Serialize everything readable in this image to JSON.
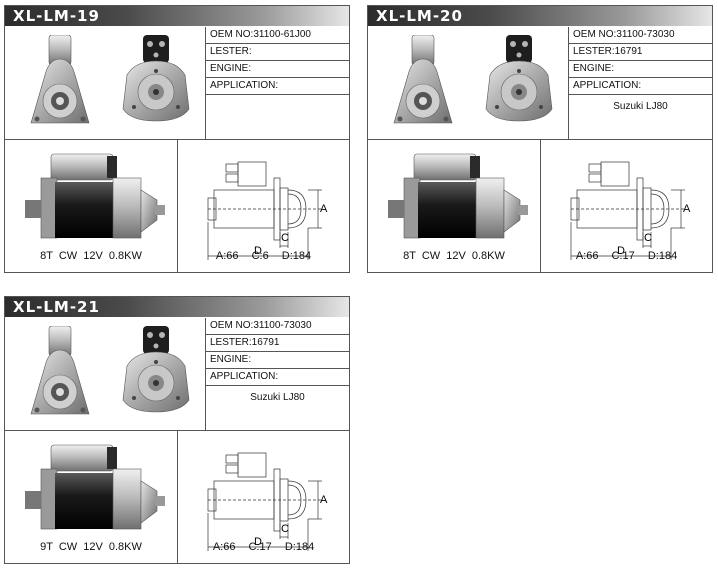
{
  "cards": [
    {
      "title": "XL-LM-19",
      "oem": "OEM NO:31100-61J00",
      "lester": "LESTER:",
      "engine": "ENGINE:",
      "application": "APPLICATION:",
      "application_value": "",
      "spec": "8T CW 12V 0.8KW",
      "dim_a": "A:66",
      "dim_c": "C:6",
      "dim_d": "D:184",
      "label_a": "A",
      "label_c": "C",
      "label_d": "D"
    },
    {
      "title": "XL-LM-20",
      "oem": "OEM NO:31100-73030",
      "lester": "LESTER:16791",
      "engine": "ENGINE:",
      "application": "APPLICATION:",
      "application_value": "Suzuki LJ80",
      "spec": "8T CW 12V 0.8KW",
      "dim_a": "A:66",
      "dim_c": "C:17",
      "dim_d": "D:184",
      "label_a": "A",
      "label_c": "C",
      "label_d": "D"
    },
    {
      "title": "XL-LM-21",
      "oem": "OEM NO:31100-73030",
      "lester": "LESTER:16791",
      "engine": "ENGINE:",
      "application": "APPLICATION:",
      "application_value": "Suzuki LJ80",
      "spec": "9T CW 12V 0.8KW",
      "dim_a": "A:66",
      "dim_c": "C:17",
      "dim_d": "D:184",
      "label_a": "A",
      "label_c": "C",
      "label_d": "D"
    }
  ],
  "colors": {
    "header_dark": "#2c2c2c",
    "header_light": "#e6e6e6",
    "border": "#555555",
    "motor_body": "#1e1e1e",
    "metal": "#b9b9b9"
  }
}
